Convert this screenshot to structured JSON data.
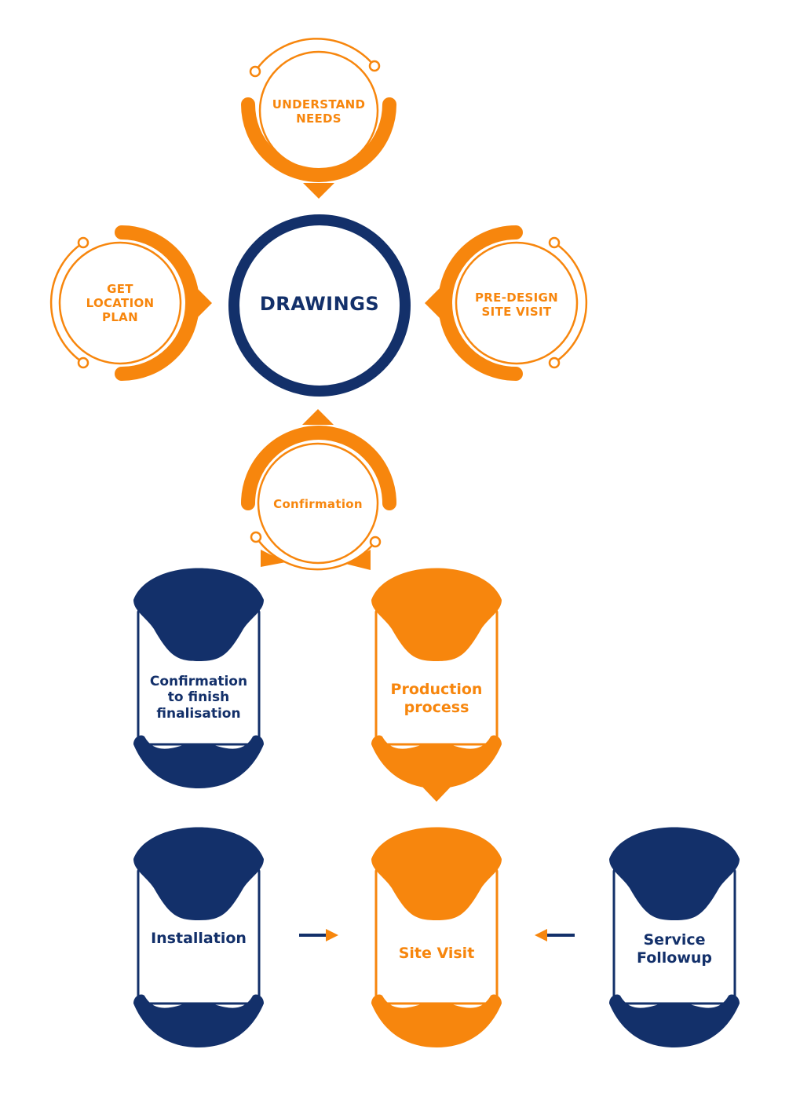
{
  "colors": {
    "orange": "#f7860d",
    "navy": "#13306a",
    "background": "#ffffff"
  },
  "center": {
    "label": "DRAWINGS"
  },
  "nodes": {
    "understand_needs": {
      "line1": "UNDERSTAND",
      "line2": "NEEDS"
    },
    "get_location_plan": {
      "line1": "GET",
      "line2": "LOCATION",
      "line3": "PLAN"
    },
    "pre_design_site_visit": {
      "line1": "PRE-DESIGN",
      "line2": "SITE VISIT"
    },
    "confirmation": {
      "label": "Confirmation"
    }
  },
  "steps": {
    "confirmation_to_finish": {
      "line1": "Confirmation",
      "line2": "to finish",
      "line3": "finalisation"
    },
    "production_process": {
      "line1": "Production",
      "line2": "process"
    },
    "installation": {
      "label": "Installation"
    },
    "site_visit": {
      "label": "Site Visit"
    },
    "service_followup": {
      "line1": "Service",
      "line2": "Followup"
    }
  }
}
